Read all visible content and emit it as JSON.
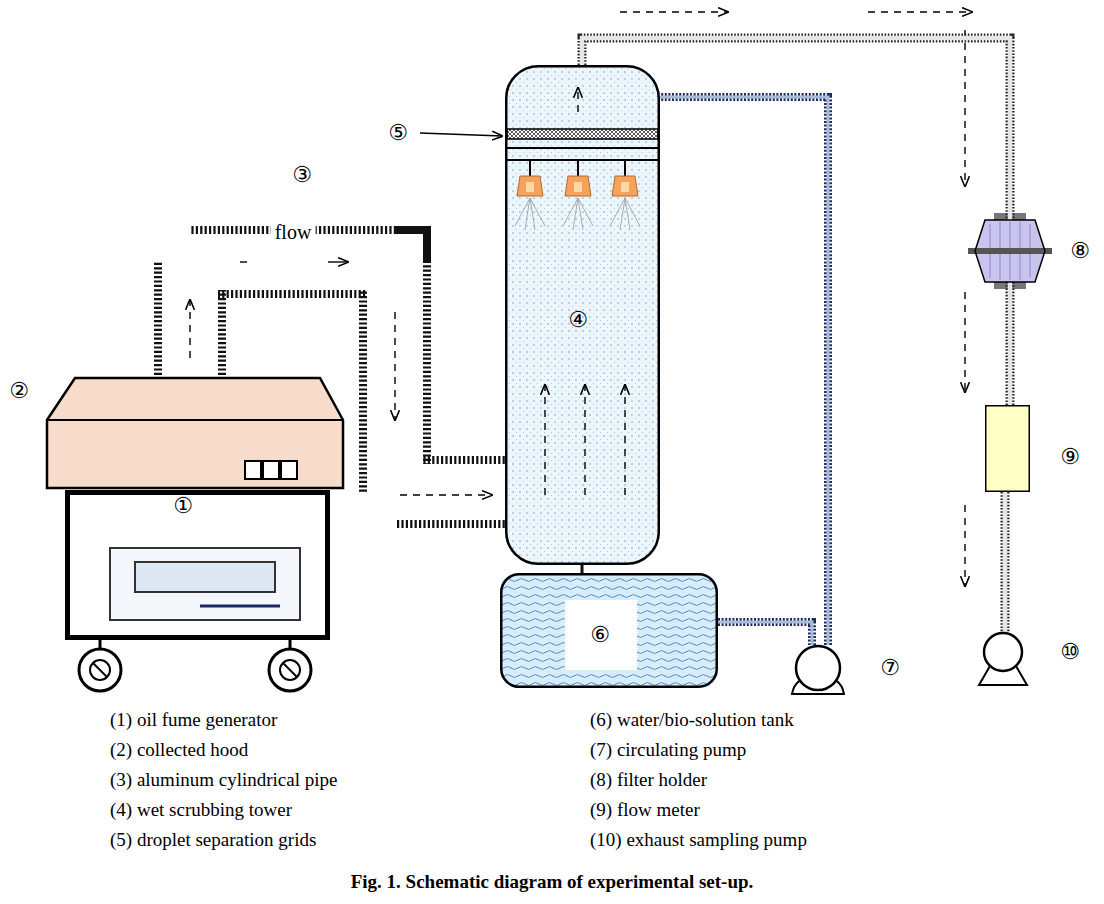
{
  "diagram": {
    "caption": "Fig. 1. Schematic diagram of experimental set-up.",
    "nodes": [
      {
        "text": [
          "②"
        ]
      },
      {
        "text": [
          "①"
        ]
      },
      {
        "text": [
          "④"
        ]
      },
      {
        "text": [
          "⑥"
        ]
      },
      {
        "text": [
          "⑦"
        ]
      },
      {
        "text": [
          "⑧"
        ]
      },
      {
        "text": [
          "⑨"
        ]
      },
      {
        "text": [
          "⑩"
        ]
      }
    ],
    "edges": [
      {
        "from": 0,
        "to": 2,
        "arrow": "none",
        "label": "flow"
      },
      {
        "from": 2,
        "to": 3,
        "arrow": "none"
      },
      {
        "from": 3,
        "to": 4,
        "arrow": "none"
      },
      {
        "from": 4,
        "to": 2,
        "arrow": "none"
      },
      {
        "from": 2,
        "to": 5,
        "arrow": "none"
      },
      {
        "from": 5,
        "to": 6,
        "arrow": "none"
      },
      {
        "from": 6,
        "to": 7,
        "arrow": "none"
      }
    ],
    "labels": [
      "③",
      "⑤",
      "(1) oil fume generator",
      "(2) collected hood",
      "(3) aluminum cylindrical pipe",
      "(4) wet scrubbing tower",
      "(5) droplet separation grids",
      "(6) water/bio-solution tank",
      "(7) circulating pump",
      "(8) filter holder",
      "(9) flow meter",
      "(10) exhaust sampling pump"
    ]
  }
}
